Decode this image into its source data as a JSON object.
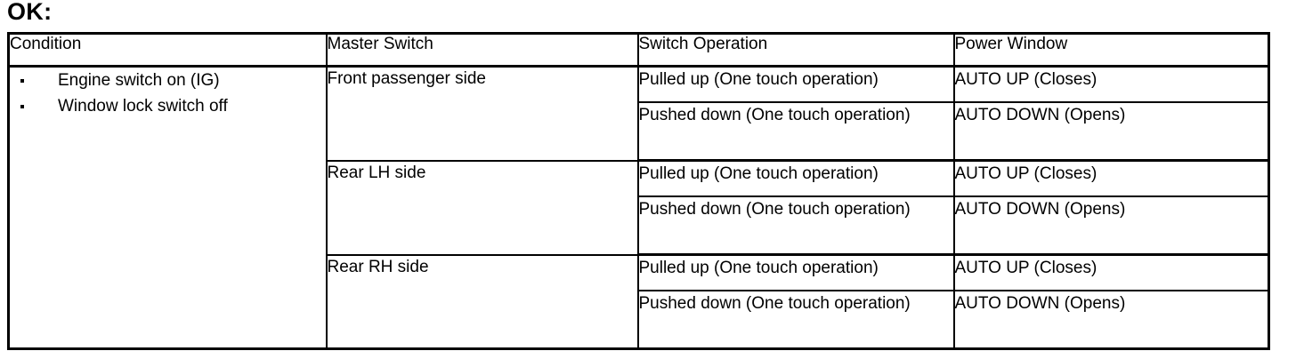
{
  "heading": "OK:",
  "table": {
    "headers": [
      {
        "label": "Condition"
      },
      {
        "label": "Master Switch"
      },
      {
        "label": "Switch Operation"
      },
      {
        "label": "Power Window"
      }
    ],
    "condition": {
      "bullets": [
        "Engine switch on (IG)",
        "Window lock switch off"
      ]
    },
    "groups": [
      {
        "master_switch": "Front passenger side",
        "rows": [
          {
            "switch_operation": "Pulled up (One touch operation)",
            "power_window": "AUTO UP (Closes)"
          },
          {
            "switch_operation": "Pushed down (One touch operation)",
            "power_window": "AUTO DOWN (Opens)"
          }
        ]
      },
      {
        "master_switch": "Rear LH side",
        "rows": [
          {
            "switch_operation": "Pulled up (One touch operation)",
            "power_window": "AUTO UP (Closes)"
          },
          {
            "switch_operation": "Pushed down (One touch operation)",
            "power_window": "AUTO DOWN (Opens)"
          }
        ]
      },
      {
        "master_switch": "Rear RH side",
        "rows": [
          {
            "switch_operation": "Pulled up (One touch operation)",
            "power_window": "AUTO UP (Closes)"
          },
          {
            "switch_operation": "Pushed down (One touch operation)",
            "power_window": "AUTO DOWN (Opens)"
          }
        ]
      }
    ]
  }
}
